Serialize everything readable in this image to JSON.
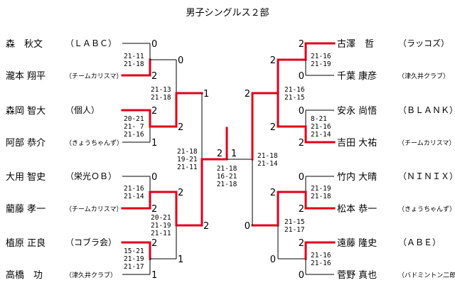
{
  "title": "男子シングルス２部",
  "left_players": [
    {
      "name": "森　秋文",
      "team": "（ＬＡＢＣ）",
      "team_small": false
    },
    {
      "name": "瀧本 翔平",
      "team": "（チームカリスマ）",
      "team_small": true
    },
    {
      "name": "森岡 智大",
      "team": "（個人）",
      "team_small": false
    },
    {
      "name": "阿部 恭介",
      "team": "（きょうちゃんず）",
      "team_small": true
    },
    {
      "name": "大用 智史",
      "team": "（栄光ＯＢ）",
      "team_small": false
    },
    {
      "name": "藺藤 孝一",
      "team": "（チームカリスマ）",
      "team_small": true
    },
    {
      "name": "植原 正良",
      "team": "（コブラ会）",
      "team_small": false
    },
    {
      "name": "高橋　功",
      "team": "（津久井クラブ）",
      "team_small": true
    }
  ],
  "right_players": [
    {
      "name": "古澤　哲",
      "team": "（ラッコズ）",
      "team_small": false
    },
    {
      "name": "千葉 康彦",
      "team": "（津久井クラブ）",
      "team_small": true
    },
    {
      "name": "安永 尚悟",
      "team": "（ＢＬＡＮＫ）",
      "team_small": false
    },
    {
      "name": "吉田 大祐",
      "team": "（チームカリスマ）",
      "team_small": true
    },
    {
      "name": "竹内 大晴",
      "team": "（ＮＩＮＩＸ）",
      "team_small": false
    },
    {
      "name": "松本 恭一",
      "team": "（きょうちゃんず）",
      "team_small": true
    },
    {
      "name": "遠藤 隆史",
      "team": "（ＡＢＥ）",
      "team_small": false
    },
    {
      "name": "菅野 真也",
      "team": "（バドミントン二郎）",
      "team_small": true
    }
  ],
  "left_r1_games": [
    "0",
    "2",
    "2",
    "1",
    "0",
    "2",
    "2",
    "1"
  ],
  "right_r1_games": [
    "2",
    "0",
    "0",
    "2",
    "0",
    "2",
    "2",
    "0"
  ],
  "left_r1_scores": [
    [
      "21-11",
      "21-18"
    ],
    [
      "20-21",
      "21- 7",
      "21-16"
    ],
    [
      "21-16",
      "21-14"
    ],
    [
      "15-21",
      "21-19",
      "21-17"
    ]
  ],
  "right_r1_scores": [
    [
      "21-16",
      "21-19"
    ],
    [
      "8-21",
      "21-16",
      "21-14"
    ],
    [
      "21-19",
      "21-18"
    ],
    [
      "21-16",
      "21-16"
    ]
  ],
  "left_r2_games": [
    "0",
    "2",
    "2",
    "1"
  ],
  "right_r2_games": [
    "2",
    "2",
    "2",
    "0"
  ],
  "left_r2_scores": [
    [
      "21-13",
      "21-18"
    ],
    [
      "20-21",
      "21-19",
      "21-11"
    ]
  ],
  "right_r2_scores": [
    [
      "21-16",
      "21-15"
    ],
    [
      "21-15",
      "21-17"
    ]
  ],
  "left_sf_games": [
    "1",
    "2"
  ],
  "right_sf_games": [
    "2",
    "0"
  ],
  "left_sf_score": [
    "21-18",
    "19-21",
    "21-11"
  ],
  "right_sf_score": [
    "21-18",
    "21-14"
  ],
  "final_games": [
    "2",
    "1"
  ],
  "final_score": [
    "21-18",
    "16-21",
    "21-18"
  ],
  "colors": {
    "win_line": "#e0001b",
    "line": "#000000",
    "background": "#ffffff"
  }
}
